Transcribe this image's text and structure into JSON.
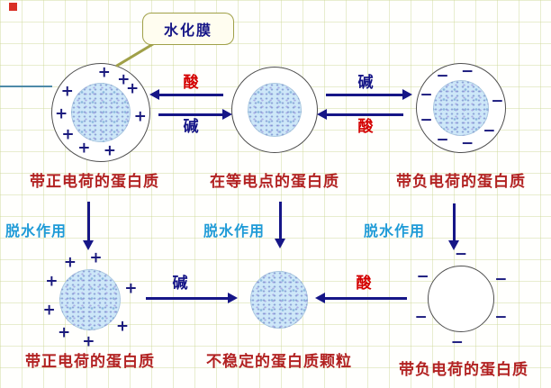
{
  "callout": {
    "label": "水化膜"
  },
  "top_row": {
    "cells": [
      {
        "caption": "带正电荷的蛋白质",
        "charge_symbol": "+",
        "charge_count": 9,
        "hydration_shell": true,
        "core": true
      },
      {
        "caption": "在等电点的蛋白质",
        "charge_symbol": "",
        "charge_count": 0,
        "hydration_shell": true,
        "core": true
      },
      {
        "caption": "带负电荷的蛋白质",
        "charge_symbol": "−",
        "charge_count": 8,
        "hydration_shell": true,
        "core": true
      }
    ],
    "transitions": [
      {
        "upper": {
          "label": "酸",
          "direction": "left"
        },
        "lower": {
          "label": "碱",
          "direction": "right"
        }
      },
      {
        "upper": {
          "label": "碱",
          "direction": "right"
        },
        "lower": {
          "label": "酸",
          "direction": "left"
        }
      }
    ]
  },
  "process": {
    "label": "脱水作用",
    "occurrences": 3
  },
  "bottom_row": {
    "cells": [
      {
        "caption": "带正电荷的蛋白质",
        "charge_symbol": "+",
        "charge_count": 8,
        "hydration_shell": false,
        "core": true
      },
      {
        "caption": "不稳定的蛋白质颗粒",
        "charge_symbol": "",
        "charge_count": 0,
        "hydration_shell": false,
        "core": true
      },
      {
        "caption": "带负电荷的蛋白质",
        "charge_symbol": "−",
        "charge_count": 6,
        "hydration_shell": true,
        "core": false
      }
    ],
    "transitions": [
      {
        "label": "碱",
        "direction": "right"
      },
      {
        "label": "酸",
        "direction": "left"
      }
    ]
  },
  "colors": {
    "acid_red": "#D40000",
    "base_navy": "#161687",
    "caption_maroon": "#B22222",
    "dehydration_blue": "#1F9BD7",
    "charge_navy": "#1B1B7E",
    "callout_border_olive": "#A0A048",
    "core_fill_blue": "#CDE7F8"
  }
}
